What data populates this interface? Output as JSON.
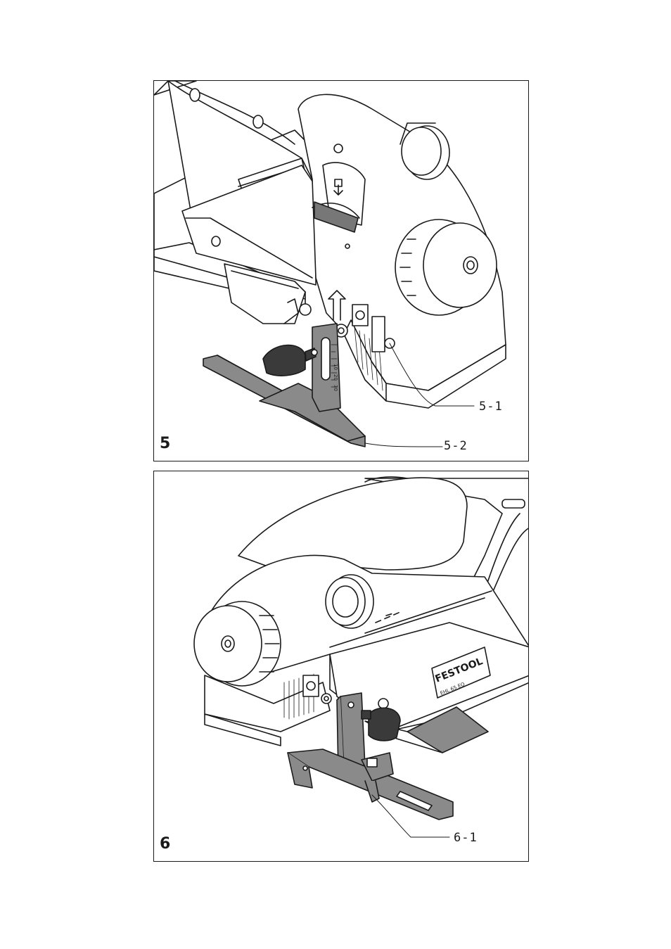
{
  "figures": [
    {
      "number": "5",
      "callouts": [
        "5-1",
        "5-2"
      ],
      "scale_marks": [
        "10",
        "20",
        "30"
      ]
    },
    {
      "number": "6",
      "callouts": [
        "6-1"
      ],
      "nameplate": {
        "brand": "FESTOOL",
        "model": "EHL 65 EQ"
      }
    }
  ]
}
